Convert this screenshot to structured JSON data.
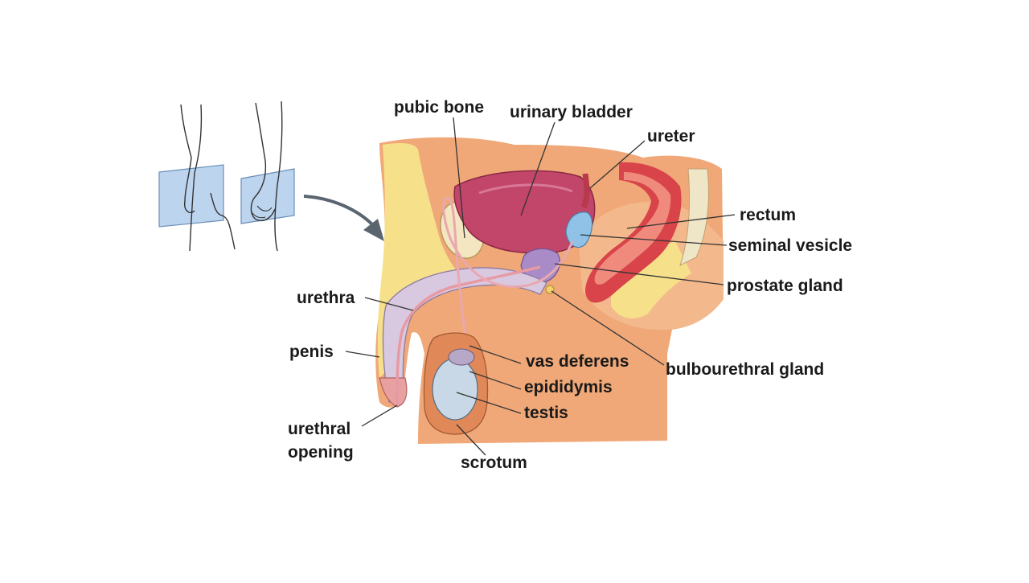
{
  "diagram": {
    "labels": {
      "pubic_bone": "pubic bone",
      "urinary_bladder": "urinary bladder",
      "ureter": "ureter",
      "rectum": "rectum",
      "seminal_vesicle": "seminal vesicle",
      "prostate_gland": "prostate gland",
      "urethra": "urethra",
      "penis": "penis",
      "vas_deferens": "vas deferens",
      "bulbourethral_gland": "bulbourethral gland",
      "epididymis": "epididymis",
      "testis": "testis",
      "urethral_opening_line1": "urethral",
      "urethral_opening_line2": "opening",
      "scrotum": "scrotum"
    },
    "colors": {
      "skin": "#f0a878",
      "skin_dark": "#e08858",
      "fat": "#f6e08a",
      "bladder": "#c2456a",
      "muscle": "#d8444a",
      "erectile": "#d9c9e0",
      "prostate": "#a98bc8",
      "vesicle": "#8fc2e6",
      "testis": "#c8d8e6",
      "leader": "#333333",
      "panel": "#bcd4ee",
      "arrow": "#5a6570"
    }
  }
}
